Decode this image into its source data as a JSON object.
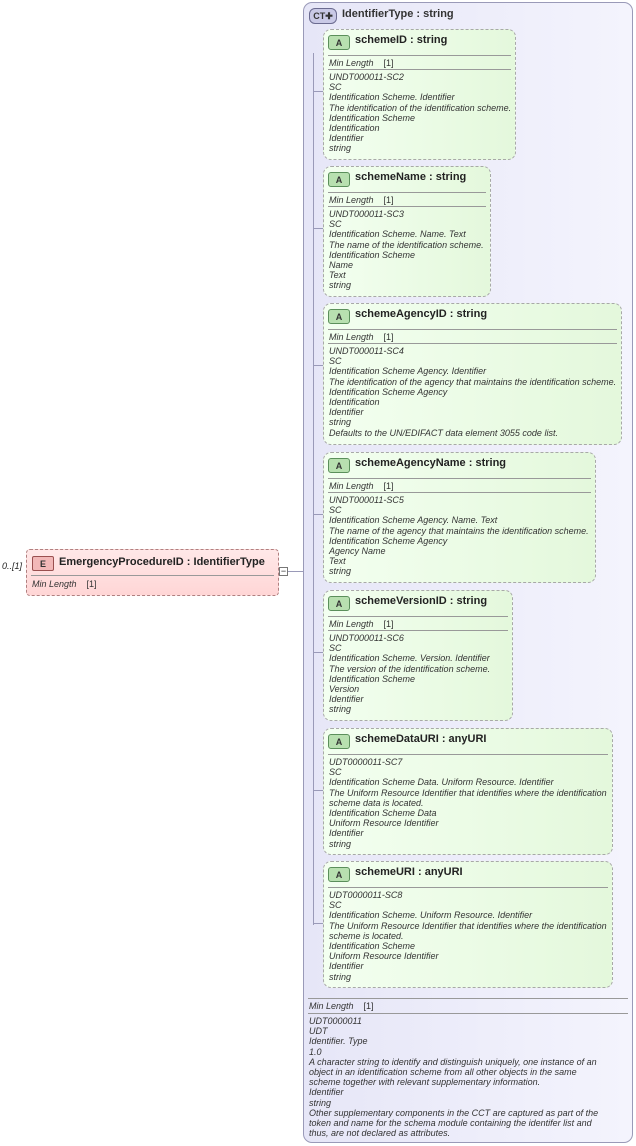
{
  "element": {
    "multiplicity": "0..[1]",
    "badge": "E",
    "name": "EmergencyProcedureID",
    "type": "IdentifierType",
    "facet_label": "Min Length",
    "facet_value": "[1]"
  },
  "complex_type": {
    "badge": "CT",
    "name": "IdentifierType",
    "type": "string",
    "facet_label": "Min Length",
    "facet_value": "[1]",
    "doc": [
      "UDT0000011",
      "UDT",
      "Identifier. Type",
      "1.0",
      "A character string to identify and distinguish uniquely, one instance of an object in an identification scheme from all other objects in the same scheme together with relevant supplementary information.",
      "Identifier",
      "string",
      "Other supplementary components in the CCT are captured as part of the token and name for the schema module containing the identifer list and thus, are not declared as attributes."
    ]
  },
  "attributes": [
    {
      "badge": "A",
      "name": "schemeID",
      "type": "string",
      "facet_label": "Min Length",
      "facet_value": "[1]",
      "doc": [
        "UNDT000011-SC2",
        "SC",
        "Identification Scheme. Identifier",
        "The identification of the identification scheme.",
        "Identification Scheme",
        "Identification",
        "Identifier",
        "string"
      ]
    },
    {
      "badge": "A",
      "name": "schemeName",
      "type": "string",
      "facet_label": "Min Length",
      "facet_value": "[1]",
      "doc": [
        "UNDT000011-SC3",
        "SC",
        "Identification Scheme. Name. Text",
        "The name of the identification scheme.",
        "Identification Scheme",
        "Name",
        "Text",
        "string"
      ]
    },
    {
      "badge": "A",
      "name": "schemeAgencyID",
      "type": "string",
      "facet_label": "Min Length",
      "facet_value": "[1]",
      "doc": [
        "UNDT000011-SC4",
        "SC",
        "Identification Scheme Agency. Identifier",
        "The identification of the agency that maintains the identification scheme.",
        "Identification Scheme Agency",
        "Identification",
        "Identifier",
        "string",
        "Defaults to the UN/EDIFACT data element 3055 code list."
      ]
    },
    {
      "badge": "A",
      "name": "schemeAgencyName",
      "type": "string",
      "facet_label": "Min Length",
      "facet_value": "[1]",
      "doc": [
        "UNDT000011-SC5",
        "SC",
        "Identification Scheme Agency. Name. Text",
        "The name of the agency that maintains the identification scheme.",
        "Identification Scheme Agency",
        "Agency Name",
        "Text",
        "string"
      ]
    },
    {
      "badge": "A",
      "name": "schemeVersionID",
      "type": "string",
      "facet_label": "Min Length",
      "facet_value": "[1]",
      "doc": [
        "UNDT000011-SC6",
        "SC",
        "Identification Scheme. Version. Identifier",
        "The version of the identification scheme.",
        "Identification Scheme",
        "Version",
        "Identifier",
        "string"
      ]
    },
    {
      "badge": "A",
      "name": "schemeDataURI",
      "type": "anyURI",
      "doc": [
        "UDT0000011-SC7",
        "SC",
        "Identification Scheme Data. Uniform Resource. Identifier",
        "The Uniform Resource Identifier that identifies where the identification scheme data is located.",
        "Identification Scheme Data",
        "Uniform Resource Identifier",
        "Identifier",
        "string"
      ]
    },
    {
      "badge": "A",
      "name": "schemeURI",
      "type": "anyURI",
      "doc": [
        "UDT0000011-SC8",
        "SC",
        "Identification Scheme. Uniform Resource. Identifier",
        "The Uniform Resource Identifier that identifies where the identification scheme is located.",
        "Identification Scheme",
        "Uniform Resource Identifier",
        "Identifier",
        "string"
      ]
    }
  ]
}
